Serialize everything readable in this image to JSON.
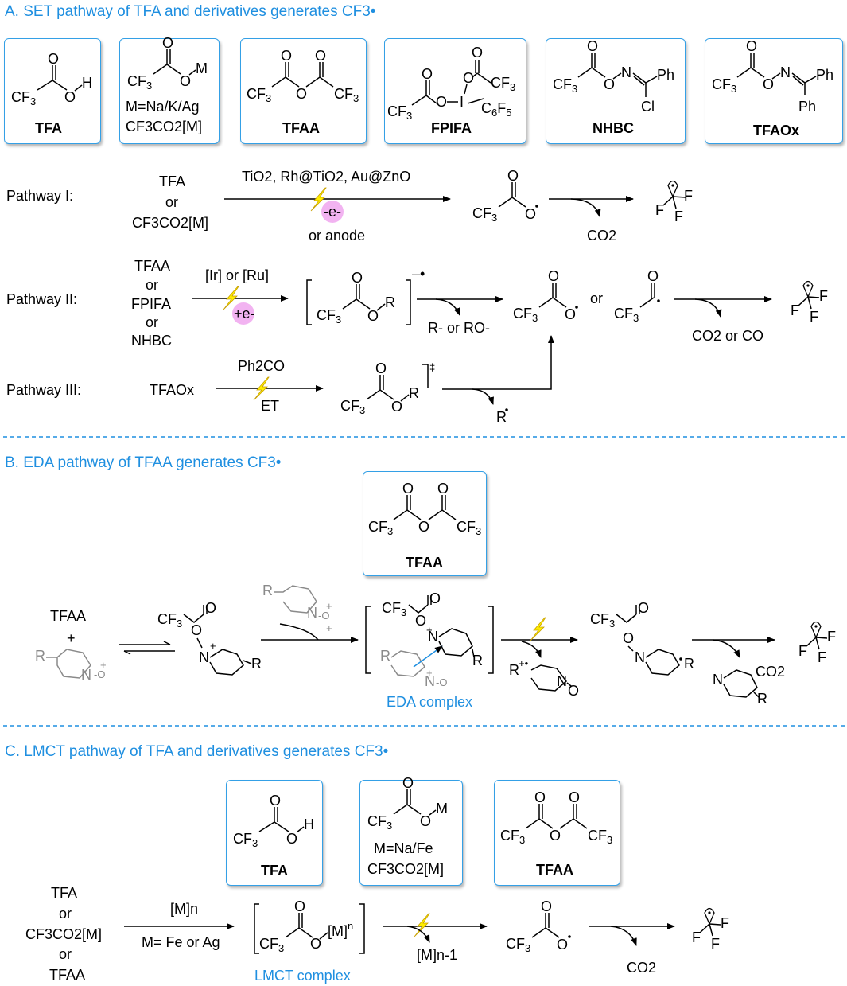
{
  "sections": {
    "a_title": "A. SET pathway of TFA and derivatives generates CF3•",
    "b_title": "B. EDA pathway of TFAA generates CF3•",
    "c_title": "C. LMCT pathway of TFA and derivatives generates CF3•"
  },
  "reagents_a": [
    {
      "name": "TFA"
    },
    {
      "name": "",
      "line1": "M=Na/K/Ag",
      "line2": "CF3CO2[M]"
    },
    {
      "name": "TFAA"
    },
    {
      "name": "FPIFA"
    },
    {
      "name": "NHBC"
    },
    {
      "name": "TFAOx"
    }
  ],
  "pathway1": {
    "label": "Pathway I:",
    "start": [
      "TFA",
      "or",
      "CF3CO2[M]"
    ],
    "conditions_top": "TiO2, Rh@TiO2, Au@ZnO",
    "electron": "-e-",
    "conditions_bottom": "or anode",
    "byproduct": "CO2"
  },
  "pathway2": {
    "label": "Pathway II:",
    "start": [
      "TFAA",
      "or",
      "FPIFA",
      "or",
      "NHBC"
    ],
    "catalyst": "[Ir] or [Ru]",
    "electron": "+e-",
    "leaving": "R-  or RO-",
    "or_word": "or",
    "byproduct": "CO2 or CO"
  },
  "pathway3": {
    "label": "Pathway III:",
    "start": "TFAOx",
    "sensitizer": "Ph2CO",
    "mechanism": "ET",
    "leaving": "R"
  },
  "section_b": {
    "reagent_name": "TFAA",
    "start_top": "TFAA",
    "plus": "+",
    "complex_label": "EDA complex",
    "byproduct": "CO2"
  },
  "section_c": {
    "reagents": [
      {
        "name": "TFA"
      },
      {
        "name": "",
        "line1": "M=Na/Fe",
        "line2": "CF3CO2[M]"
      },
      {
        "name": "TFAA"
      }
    ],
    "start": [
      "TFA",
      "or",
      "CF3CO2[M]",
      "or",
      "TFAA"
    ],
    "reagent_top": "[M]n",
    "reagent_bottom": "M= Fe or Ag",
    "complex_label": "LMCT complex",
    "reduced_metal": "[M]n-1",
    "byproduct": "CO2"
  },
  "colors": {
    "accent": "#1f8fe0",
    "box_border": "#34a0e6",
    "bolt": "#ffee00",
    "electron_halo": "#f0a6ee",
    "gray": "#8a8a8a"
  }
}
